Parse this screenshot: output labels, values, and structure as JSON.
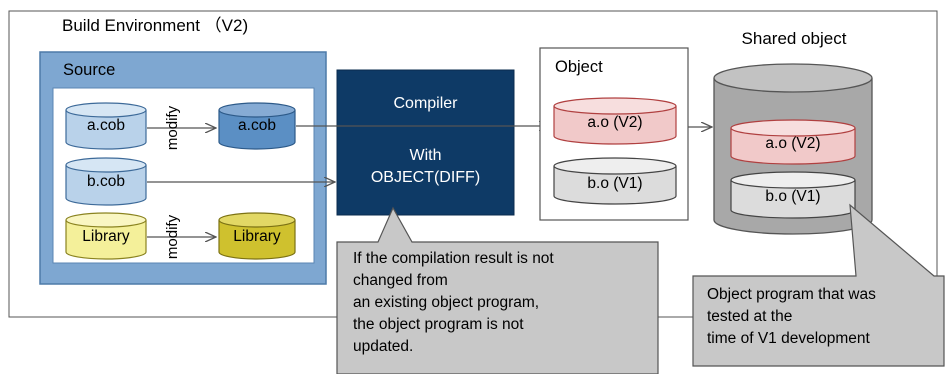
{
  "environment": {
    "title": "Build Environment （V2)"
  },
  "source": {
    "title": "Source",
    "items": [
      {
        "name": "a.cob",
        "modified": "a.cob"
      },
      {
        "name": "b.cob"
      },
      {
        "name": "Library",
        "modified": "Library"
      }
    ],
    "modify_label": "modify"
  },
  "compiler": {
    "line1": "Compiler",
    "line2": "With",
    "line3": "OBJECT(DIFF)"
  },
  "object": {
    "title": "Object",
    "items": [
      "a.o (V2)",
      "b.o (V1)"
    ]
  },
  "shared_object": {
    "title": "Shared object",
    "items": [
      "a.o (V2)",
      "b.o (V1)"
    ]
  },
  "callouts": {
    "compilation": "If the compilation result is not\nchanged from\nan existing object program,\nthe object program is not\nupdated.",
    "tested": "Object program that was\ntested at the\ntime of V1 development"
  },
  "colors": {
    "source_bg": "#7ea7d1",
    "compiler_bg": "#0e3a66",
    "cob_fill": "#b9d2ea",
    "cob_mod_fill": "#5b8fc4",
    "lib_fill": "#f4f09a",
    "lib_mod_fill": "#cfc12e",
    "obj_red_fill": "#f1c9c9",
    "obj_gray_fill": "#dcdcdc",
    "callout_bg": "#c8c8c8"
  }
}
